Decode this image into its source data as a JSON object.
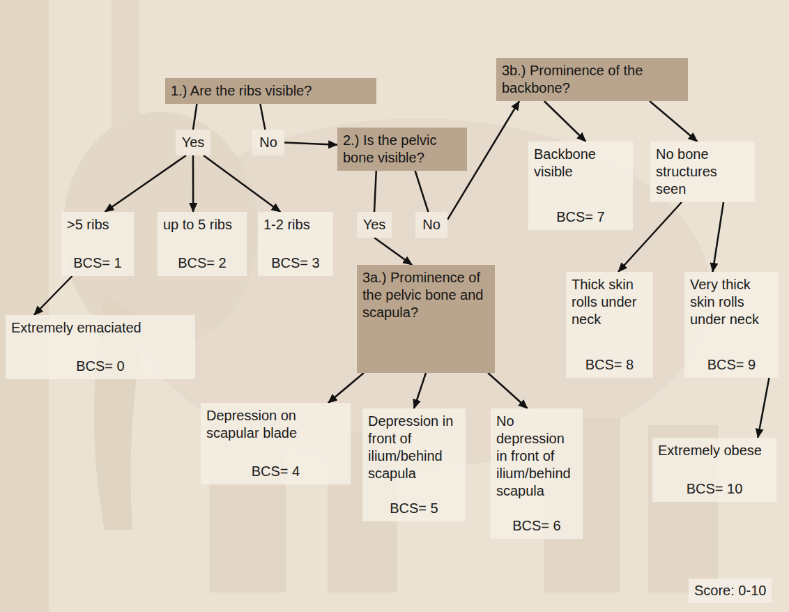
{
  "diagram": {
    "nodes": [
      {
        "text": [
          "1.) Are the ribs visible?"
        ]
      },
      {
        "text": [
          "Yes"
        ]
      },
      {
        "text": [
          "No"
        ]
      },
      {
        "text": [
          "2.) Is the pelvic bone visible?"
        ]
      },
      {
        "text": [
          "3b.) Prominence of the backbone?"
        ]
      },
      {
        "text": [
          ">5 ribs",
          "BCS= 1"
        ]
      },
      {
        "text": [
          "up to 5 ribs",
          "BCS= 2"
        ]
      },
      {
        "text": [
          "1-2 ribs",
          "BCS= 3"
        ]
      },
      {
        "text": [
          "Yes"
        ]
      },
      {
        "text": [
          "No"
        ]
      },
      {
        "text": [
          "Backbone visible",
          "BCS= 7"
        ]
      },
      {
        "text": [
          "No bone structures seen"
        ]
      },
      {
        "text": [
          "Extremely emaciated",
          "BCS= 0"
        ]
      },
      {
        "text": [
          "3a.) Prominence of the pelvic bone and scapula?"
        ]
      },
      {
        "text": [
          "Thick skin rolls under neck",
          "BCS= 8"
        ]
      },
      {
        "text": [
          "Very thick skin rolls under neck",
          "BCS= 9"
        ]
      },
      {
        "text": [
          "Depression on scapular blade",
          "BCS= 4"
        ]
      },
      {
        "text": [
          "Depression in front of ilium/behind scapula",
          "BCS= 5"
        ]
      },
      {
        "text": [
          "No depression in front of ilium/behind scapula",
          "BCS= 6"
        ]
      },
      {
        "text": [
          "Extremely obese",
          "BCS= 10"
        ]
      }
    ],
    "edges": [
      {
        "from": 0,
        "to": 1,
        "arrow": "none"
      },
      {
        "from": 0,
        "to": 2,
        "arrow": "none"
      },
      {
        "from": 1,
        "to": 5,
        "arrow": "to"
      },
      {
        "from": 1,
        "to": 6,
        "arrow": "to"
      },
      {
        "from": 1,
        "to": 7,
        "arrow": "to"
      },
      {
        "from": 2,
        "to": 3,
        "arrow": "to"
      },
      {
        "from": 3,
        "to": 8,
        "arrow": "none"
      },
      {
        "from": 3,
        "to": 9,
        "arrow": "none"
      },
      {
        "from": 8,
        "to": 13,
        "arrow": "to"
      },
      {
        "from": 9,
        "to": 4,
        "arrow": "to"
      },
      {
        "from": 4,
        "to": 10,
        "arrow": "to"
      },
      {
        "from": 4,
        "to": 11,
        "arrow": "to"
      },
      {
        "from": 5,
        "to": 12,
        "arrow": "to"
      },
      {
        "from": 13,
        "to": 16,
        "arrow": "to"
      },
      {
        "from": 13,
        "to": 17,
        "arrow": "to"
      },
      {
        "from": 13,
        "to": 18,
        "arrow": "to"
      },
      {
        "from": 11,
        "to": 14,
        "arrow": "to"
      },
      {
        "from": 11,
        "to": 15,
        "arrow": "to"
      },
      {
        "from": 15,
        "to": 19,
        "arrow": "to"
      }
    ],
    "labels": [
      "Score: 0-10"
    ]
  }
}
